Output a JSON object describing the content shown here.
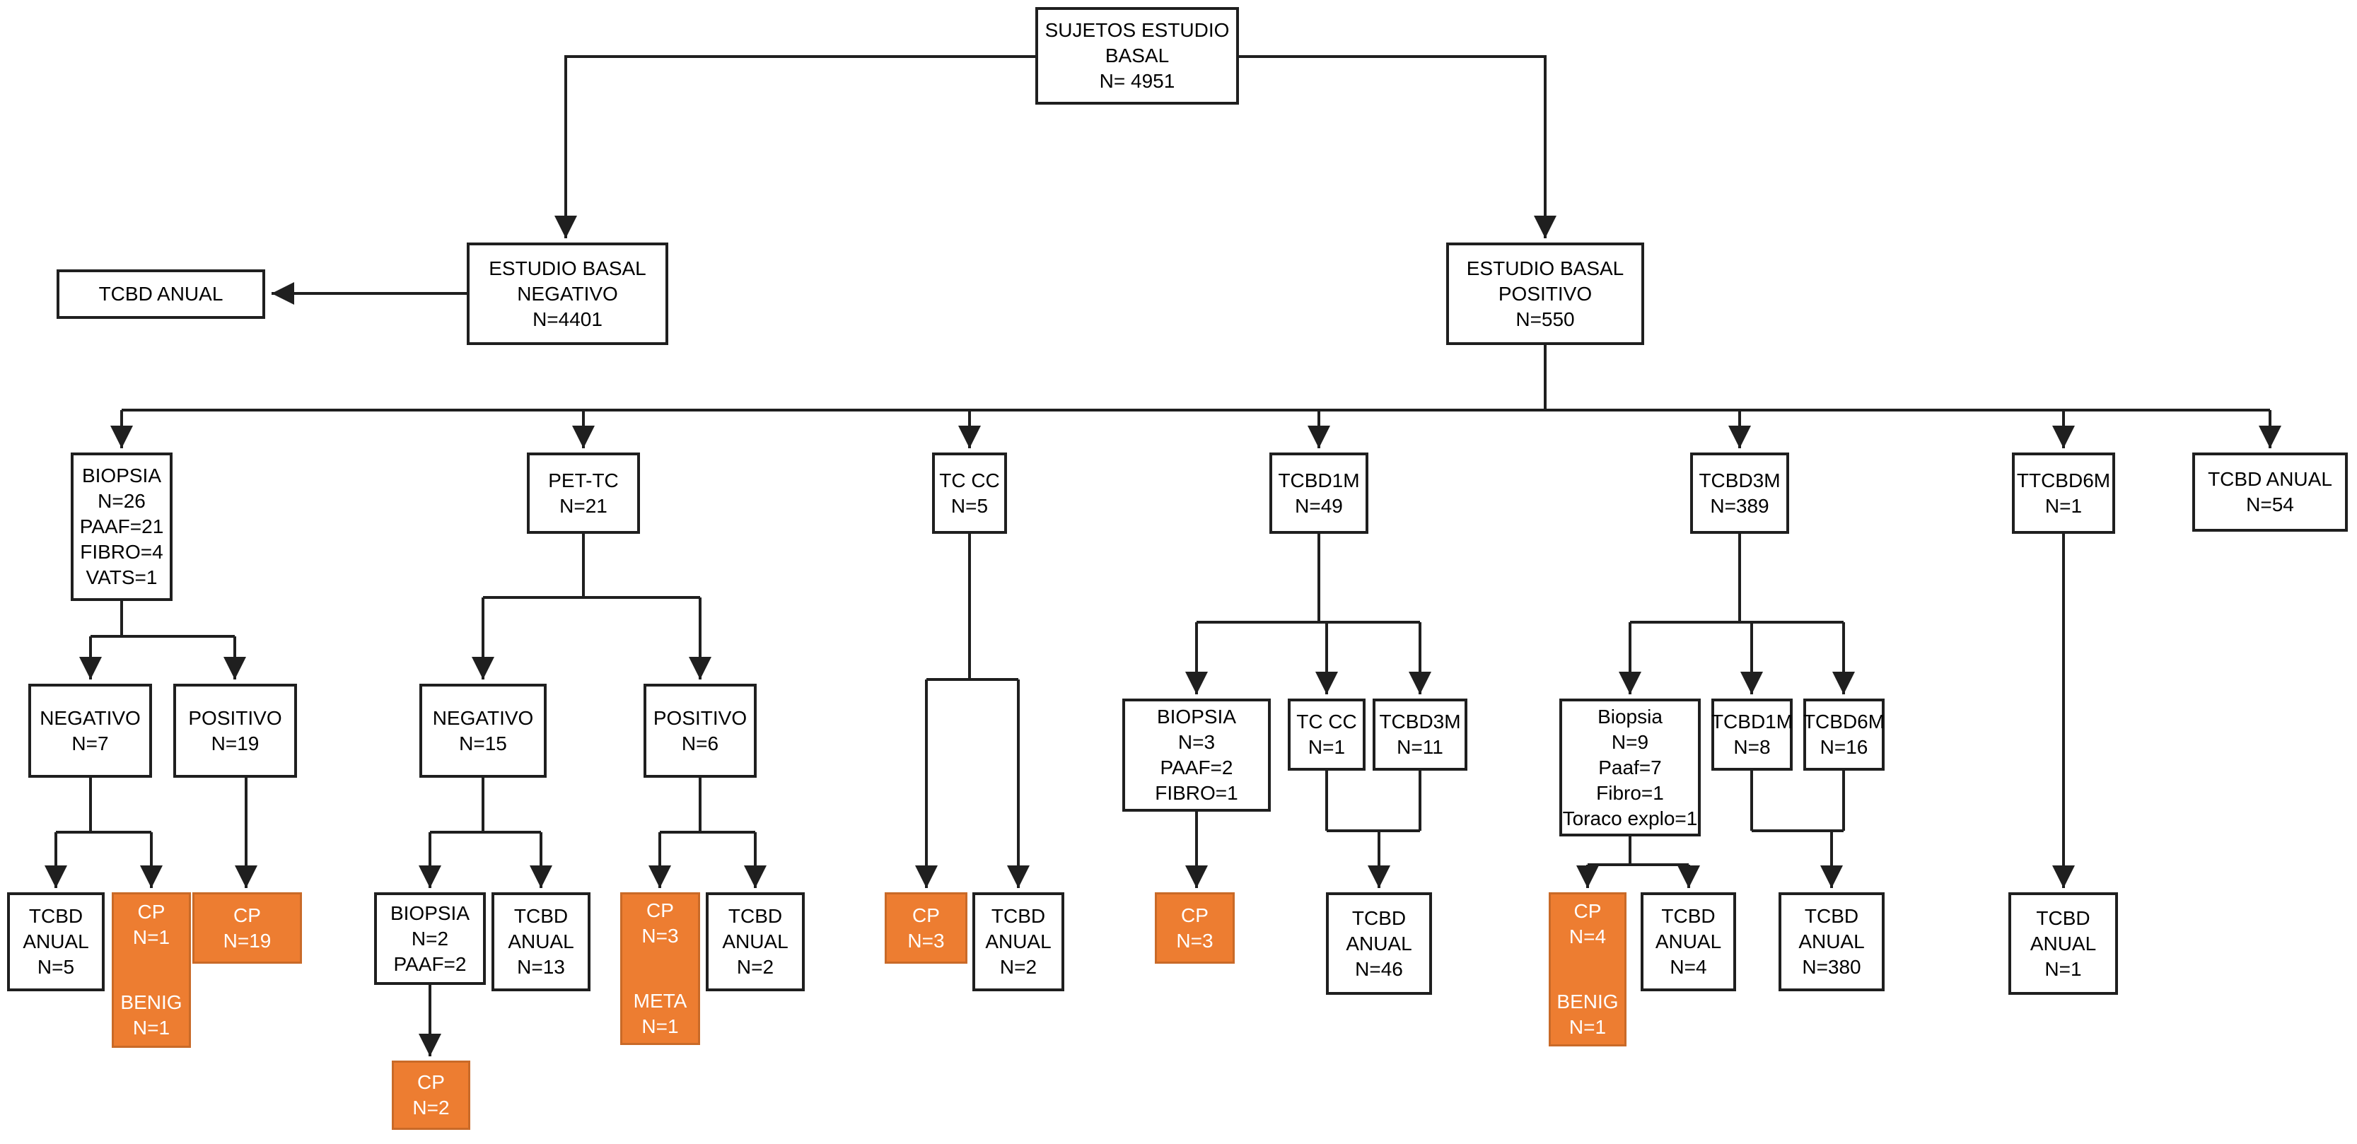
{
  "colors": {
    "highlight_fill": "#ED7D31",
    "highlight_border": "#C96A28",
    "highlight_text": "#FFFFFF",
    "box_fill": "#FFFFFF",
    "line": "#1F1F1F",
    "text": "#000000"
  },
  "nodes": {
    "sujetos": {
      "lines": [
        "SUJETOS ESTUDIO",
        "BASAL",
        "N= 4951"
      ]
    },
    "tcbd_anual_root": {
      "lines": [
        "TCBD ANUAL"
      ]
    },
    "basal_negativo": {
      "lines": [
        "ESTUDIO BASAL",
        "NEGATIVO",
        "N=4401"
      ]
    },
    "basal_positivo": {
      "lines": [
        "ESTUDIO BASAL",
        "POSITIVO",
        "N=550"
      ]
    },
    "biopsia_basal": {
      "lines": [
        "BIOPSIA",
        "N=26",
        "PAAF=21",
        "FIBRO=4",
        "VATS=1"
      ]
    },
    "pet_tc": {
      "lines": [
        "PET-TC",
        "N=21"
      ]
    },
    "tc_cc": {
      "lines": [
        "TC CC",
        "N=5"
      ]
    },
    "tcbd1m": {
      "lines": [
        "TCBD1M",
        "N=49"
      ]
    },
    "tcbd3m": {
      "lines": [
        "TCBD3M",
        "N=389"
      ]
    },
    "ttcbd6m": {
      "lines": [
        "TTCBD6M",
        "N=1"
      ]
    },
    "tcbd_anual_54": {
      "lines": [
        "TCBD ANUAL",
        "N=54"
      ]
    },
    "negativo_7": {
      "lines": [
        "NEGATIVO",
        "N=7"
      ]
    },
    "positivo_19": {
      "lines": [
        "POSITIVO",
        "N=19"
      ]
    },
    "negativo_15": {
      "lines": [
        "NEGATIVO",
        "N=15"
      ]
    },
    "positivo_6": {
      "lines": [
        "POSITIVO",
        "N=6"
      ]
    },
    "biopsia_3": {
      "lines": [
        "BIOPSIA",
        "N=3",
        "PAAF=2",
        "FIBRO=1"
      ]
    },
    "tc_cc_1": {
      "lines": [
        "TC CC",
        "N=1"
      ]
    },
    "tcbd3m_11": {
      "lines": [
        "TCBD3M",
        "N=11"
      ]
    },
    "biopsia_9": {
      "lines": [
        "Biopsia",
        "N=9",
        "Paaf=7",
        "Fibro=1",
        "Toraco explo=1"
      ]
    },
    "tcbd1m_8": {
      "lines": [
        "TCBD1M",
        "N=8"
      ]
    },
    "tcbd6m_16": {
      "lines": [
        "TCBD6M",
        "N=16"
      ]
    },
    "tcbd_anual_5": {
      "lines": [
        "TCBD",
        "ANUAL",
        "N=5"
      ]
    },
    "cp_1_benig": {
      "lines": [
        "CP",
        "N=1",
        "",
        "BENIG",
        "N=1"
      ]
    },
    "cp_19": {
      "lines": [
        "CP",
        "N=19"
      ]
    },
    "biopsia_2": {
      "lines": [
        "BIOPSIA",
        "N=2",
        "PAAF=2"
      ]
    },
    "tcbd_anual_13": {
      "lines": [
        "TCBD",
        "ANUAL",
        "N=13"
      ]
    },
    "cp_2": {
      "lines": [
        "CP",
        "N=2"
      ]
    },
    "cp_3_meta": {
      "lines": [
        "CP",
        "N=3",
        "",
        "META",
        "N=1"
      ]
    },
    "tcbd_anual_2a": {
      "lines": [
        "TCBD",
        "ANUAL",
        "N=2"
      ]
    },
    "cp_3_tccc": {
      "lines": [
        "CP",
        "N=3"
      ]
    },
    "tcbd_anual_2b": {
      "lines": [
        "TCBD",
        "ANUAL",
        "N=2"
      ]
    },
    "cp_3_biopsia": {
      "lines": [
        "CP",
        "N=3"
      ]
    },
    "tcbd_anual_46": {
      "lines": [
        "TCBD",
        "ANUAL",
        "N=46"
      ]
    },
    "cp_4_benig": {
      "lines": [
        "CP",
        "N=4",
        "",
        "BENIG",
        "N=1"
      ]
    },
    "tcbd_anual_4": {
      "lines": [
        "TCBD",
        "ANUAL",
        "N=4"
      ]
    },
    "tcbd_anual_380": {
      "lines": [
        "TCBD",
        "ANUAL",
        "N=380"
      ]
    },
    "tcbd_anual_1": {
      "lines": [
        "TCBD",
        "ANUAL",
        "N=1"
      ]
    }
  }
}
